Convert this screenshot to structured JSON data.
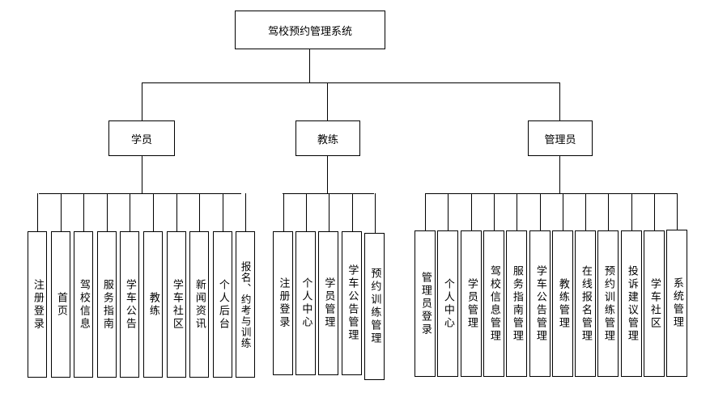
{
  "root": {
    "label": "驾校预约管理系统"
  },
  "groups": [
    {
      "label": "学员",
      "leaves": [
        "注册登录",
        "首页",
        "驾校信息",
        "服务指南",
        "学车公告",
        "教练",
        "学车社区",
        "新闻资讯",
        "个人后台",
        "报名、约考与训练"
      ]
    },
    {
      "label": "教练",
      "leaves": [
        "注册登录",
        "个人中心",
        "学员管理",
        "学车公告管理",
        "预约训练管理"
      ]
    },
    {
      "label": "管理员",
      "leaves": [
        "管理员登录",
        "个人中心",
        "学员管理",
        "驾校信息管理",
        "服务指南管理",
        "学车公告管理",
        "教练管理",
        "在线报名管理",
        "预约训练管理",
        "投诉建议管理",
        "学车社区",
        "系统管理"
      ]
    }
  ]
}
